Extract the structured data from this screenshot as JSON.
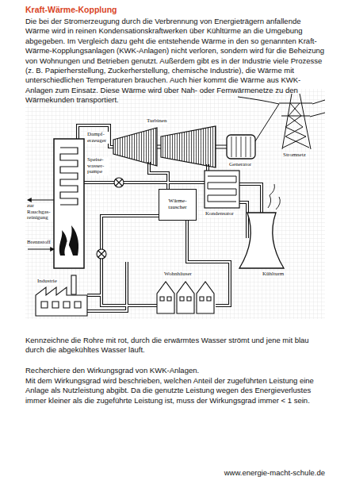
{
  "diagram": {
    "title": "Kraft-Wärme-Kopplung",
    "nodes": [
      {
        "text": [
          "Wärme- tauscher"
        ]
      }
    ],
    "labels": [
      "Die bei der Stromerzeugung durch die Verbrennung von Energieträgern anfallende Wärme wird in reinen Kondensationskraftwerken über Kühltürme an die Umgebung abgegeben. Im Vergleich dazu geht die entstehende Wärme in den so genannten Kraft-Wärme-Kopplungsanlagen (KWK-Anlagen) nicht verloren, sondern wird für die Beheizung von Wohnungen und Betrieben genutzt. Außerdem gibt es in der Industrie viele Prozesse (z. B. Papierherstellung, Zuckerherstellung, chemische Industrie), die Wärme mit unterschiedlichen Temperaturen brauchen. Auch hier kommt die Wärme aus KWK-Anlagen zum Einsatz. Diese Wärme wird über Nah- oder Fernwärmenetze zu den Wärmekunden transportiert.",
      "Dampf- erzeuger",
      "Turbinen",
      "Stromnetz",
      "Speise- wasser- pumpe",
      "Generator",
      "Kondensator",
      "zur Rauchgas- reinigung",
      "Brennstoff",
      "Industrie",
      "Wohnhäuser",
      "Kühlturm",
      "Kennzeichne die Rohre mit rot, durch die erwärmtes Wasser strömt und jene mit blau durch die abgekühltes Wasser läuft.",
      "Recherchiere den Wirkungsgrad von KWK-Anlagen.",
      "Mit dem Wirkungsgrad wird beschrieben, welchen Anteil der zugeführten Leistung eine Anlage als Nutzleistung abgibt. Da die genutzte Leistung wegen des Energieverlustes immer kleiner als die zugeführte Leistung ist, muss der Wirkungsgrad immer < 1 sein.",
      "www.energie-macht-schule.de"
    ]
  }
}
